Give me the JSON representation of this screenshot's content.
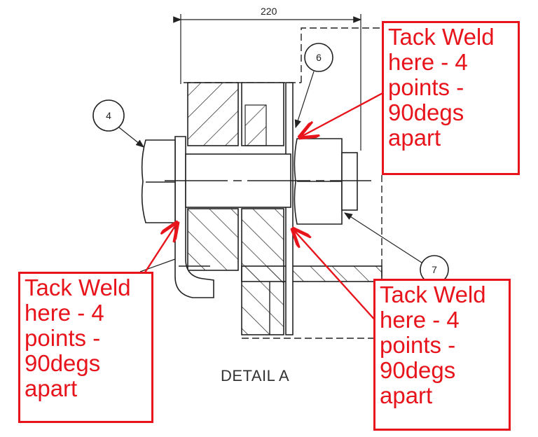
{
  "drawing": {
    "dimension_label": "220",
    "title": "DETAIL A",
    "balloons": [
      {
        "id": "balloon-4",
        "label": "4"
      },
      {
        "id": "balloon-6",
        "label": "6"
      },
      {
        "id": "balloon-7",
        "label": "7"
      }
    ]
  },
  "callouts": {
    "top_right": {
      "lines": [
        "Tack Weld",
        "here - 4",
        "points -",
        "90degs",
        "apart"
      ]
    },
    "bottom_left": {
      "lines": [
        "Tack Weld",
        "here - 4",
        "points -",
        "90degs",
        "apart"
      ]
    },
    "bottom_right": {
      "lines": [
        "Tack Weld",
        "here - 4",
        "points -",
        "90degs",
        "apart"
      ]
    }
  },
  "colors": {
    "annotation": "#e8141c",
    "drawing_line": "#1a1a1a"
  }
}
